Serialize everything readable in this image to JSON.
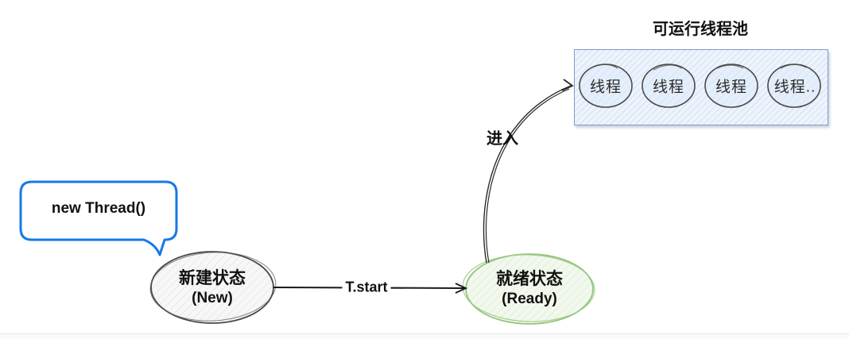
{
  "diagram": {
    "bubble": {
      "label": "new Thread()"
    },
    "states": {
      "new": {
        "line1": "新建状态",
        "line2": "(New)"
      },
      "ready": {
        "line1": "就绪状态",
        "line2": "(Ready)"
      }
    },
    "transitions": {
      "start": {
        "label": "T.start"
      },
      "enter": {
        "label": "进入"
      }
    },
    "pool": {
      "title": "可运行线程池",
      "threads": [
        "线程",
        "线程",
        "线程",
        "线程.."
      ]
    },
    "colors": {
      "bubble_border": "#1778e8",
      "pool_border": "#7d9cc8",
      "pool_hatch": "#dbe6f6",
      "ready_green": "#94c47d",
      "sketch_ink": "#4a4a4a",
      "arrow_black": "#1a1a1a"
    }
  }
}
